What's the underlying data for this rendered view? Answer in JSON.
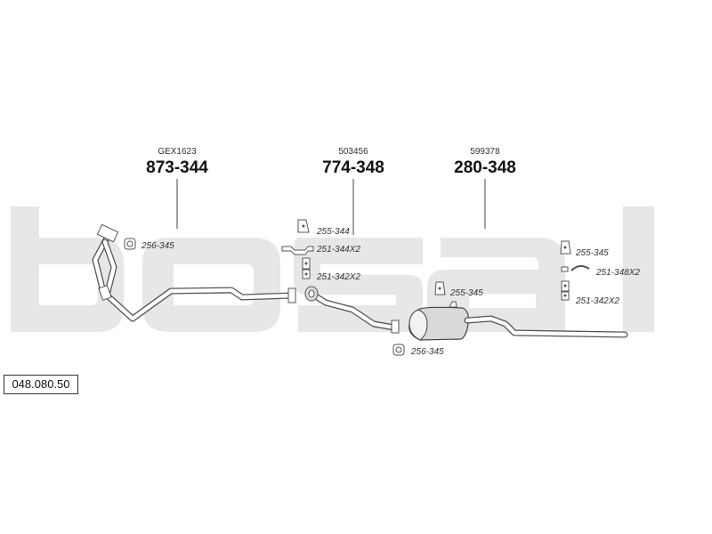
{
  "watermark": {
    "text": "bosal",
    "color": "#e7e7e7"
  },
  "reference_number": "048.080.50",
  "parts": [
    {
      "ref": "GEX1623",
      "number": "873-344"
    },
    {
      "ref": "503456",
      "number": "774-348"
    },
    {
      "ref": "599378",
      "number": "280-348"
    }
  ],
  "accessories": [
    {
      "code": "256-345",
      "icon": "flange-gasket-icon"
    },
    {
      "code": "255-344",
      "icon": "mounting-bracket-icon"
    },
    {
      "code": "251-344X2",
      "icon": "rubber-hanger-icon"
    },
    {
      "code": "251-342X2",
      "icon": "hanger-clamp-icon"
    },
    {
      "code": "255-345",
      "icon": "mounting-bracket-icon"
    },
    {
      "code": "256-345",
      "icon": "flange-gasket-icon"
    },
    {
      "code": "255-345",
      "icon": "mounting-bracket-icon"
    },
    {
      "code": "251-348X2",
      "icon": "rubber-ring-icon"
    },
    {
      "code": "251-342X2",
      "icon": "hanger-clamp-icon"
    }
  ]
}
